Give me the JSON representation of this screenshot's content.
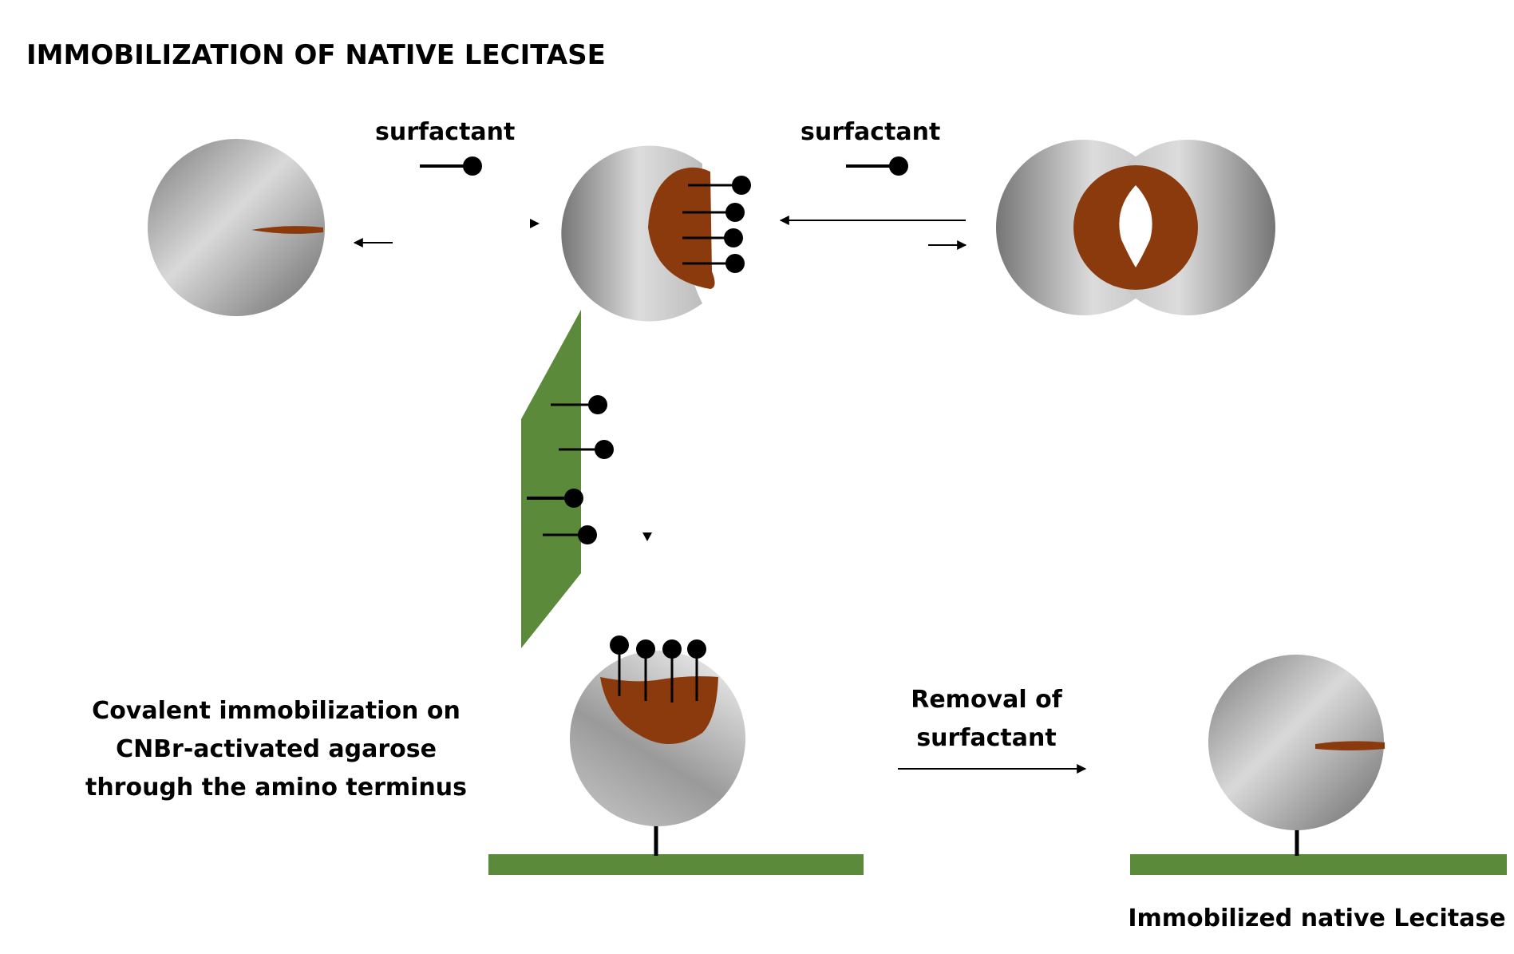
{
  "title": "IMMOBILIZATION OF NATIVE LECITASE",
  "labels": {
    "surfactant_left": "surfactant",
    "surfactant_right": "surfactant",
    "covalent_line1": "Covalent immobilization on",
    "covalent_line2": "CNBr-activated agarose",
    "covalent_line3": "through the amino terminus",
    "removal_line1": "Removal of",
    "removal_line2": "surfactant",
    "immobilized": "Immobilized native Lecitase"
  },
  "colors": {
    "lid": "#8b3a0d",
    "support": "#5a8a3a",
    "ink": "#000000",
    "sphere_light": "#e6e6e6",
    "sphere_dark": "#6f6f6f"
  }
}
